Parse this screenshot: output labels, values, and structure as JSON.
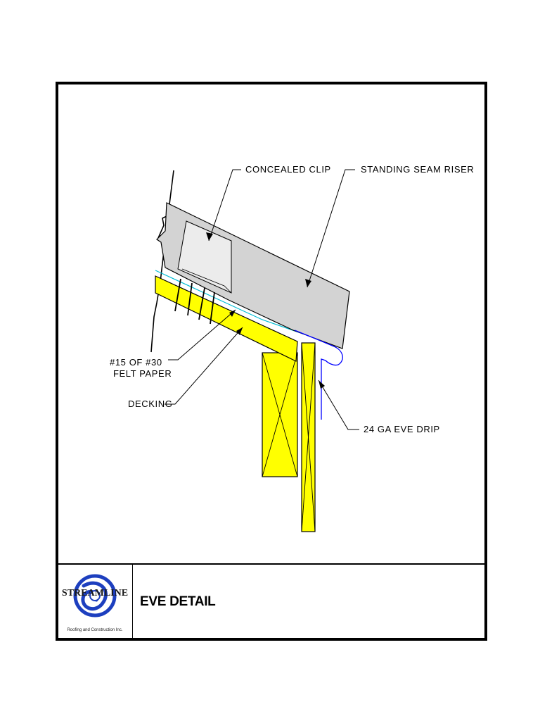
{
  "drawing": {
    "labels": {
      "concealed_clip": "CONCEALED CLIP",
      "standing_seam_riser": "STANDING SEAM RISER",
      "felt_paper_line1": "#15 OF #30",
      "felt_paper_line2": "FELT PAPER",
      "decking": "DECKING",
      "eve_drip": "24 GA EVE DRIP"
    },
    "colors": {
      "lumber": "#ffff00",
      "metal_panel": "#d3d3d3",
      "felt_paper": "#00bcd4",
      "drip_edge": "#0000ff",
      "outline": "#000000"
    }
  },
  "title_block": {
    "logo_name": "STREAMLINE",
    "logo_tagline": "Roofing and Construction Inc.",
    "logo_colors": {
      "swirl": "#1d3fbf"
    },
    "title": "EVE DETAIL"
  }
}
